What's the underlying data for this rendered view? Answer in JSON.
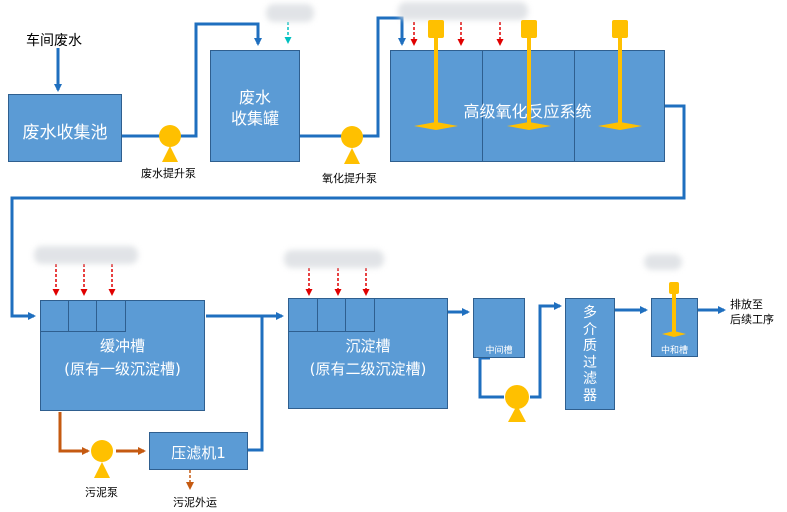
{
  "labels": {
    "workshop_wastewater": "车间废水",
    "wastewater_pump": "废水提升泵",
    "oxidation_pump": "氧化提升泵",
    "sludge_pump": "污泥泵",
    "sludge_out": "污泥外运",
    "discharge": "排放至\n后续工序"
  },
  "units": {
    "collection_pool": "废水收集池",
    "collection_tank": "废水\n收集罐",
    "aop_system": "高级氧化反应系统",
    "buffer_tank": "缓冲槽\n(原有一级沉淀槽)",
    "settling_tank": "沉淀槽\n(原有二级沉淀槽)",
    "intermediate_tank": "中间槽",
    "multimedia_filter": "多\n介\n质\n过\n滤\n器",
    "neutralization_tank": "中和槽",
    "filter_press": "压滤机1"
  },
  "colors": {
    "unit_fill": "#5b9bd5",
    "unit_border": "#2f5f8f",
    "flow_line": "#1f6fbf",
    "sludge_line": "#c55a11",
    "pump_yellow": "#ffc000",
    "dosing_red": "#e00000",
    "dosing_cyan": "#00c0c0",
    "agitator_yellow": "#ffc000"
  }
}
